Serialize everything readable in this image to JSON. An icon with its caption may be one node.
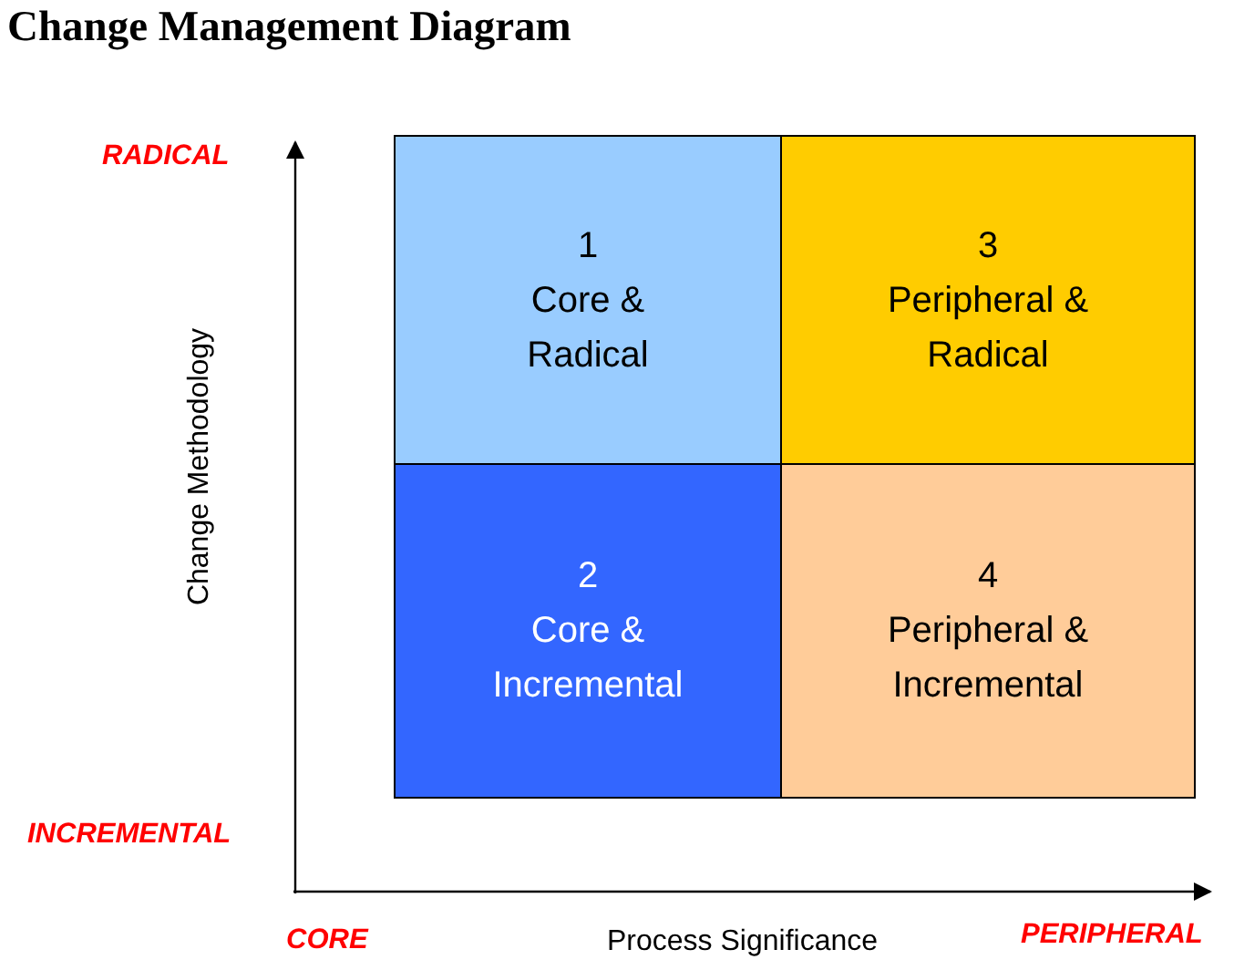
{
  "diagram": {
    "title": "Change Management Diagram",
    "nodes": [
      {
        "text": [
          "1",
          "Core & Radical"
        ]
      },
      {
        "text": [
          "3",
          "Peripheral & Radical"
        ]
      },
      {
        "text": [
          "2",
          "Core & Incremental"
        ]
      },
      {
        "text": [
          "4",
          "Peripheral & Incremental"
        ]
      }
    ],
    "labels": [
      "RADICAL",
      "Change Methodology",
      "INCREMENTAL",
      "CORE",
      "Process Significance",
      "PERIPHERAL"
    ]
  }
}
